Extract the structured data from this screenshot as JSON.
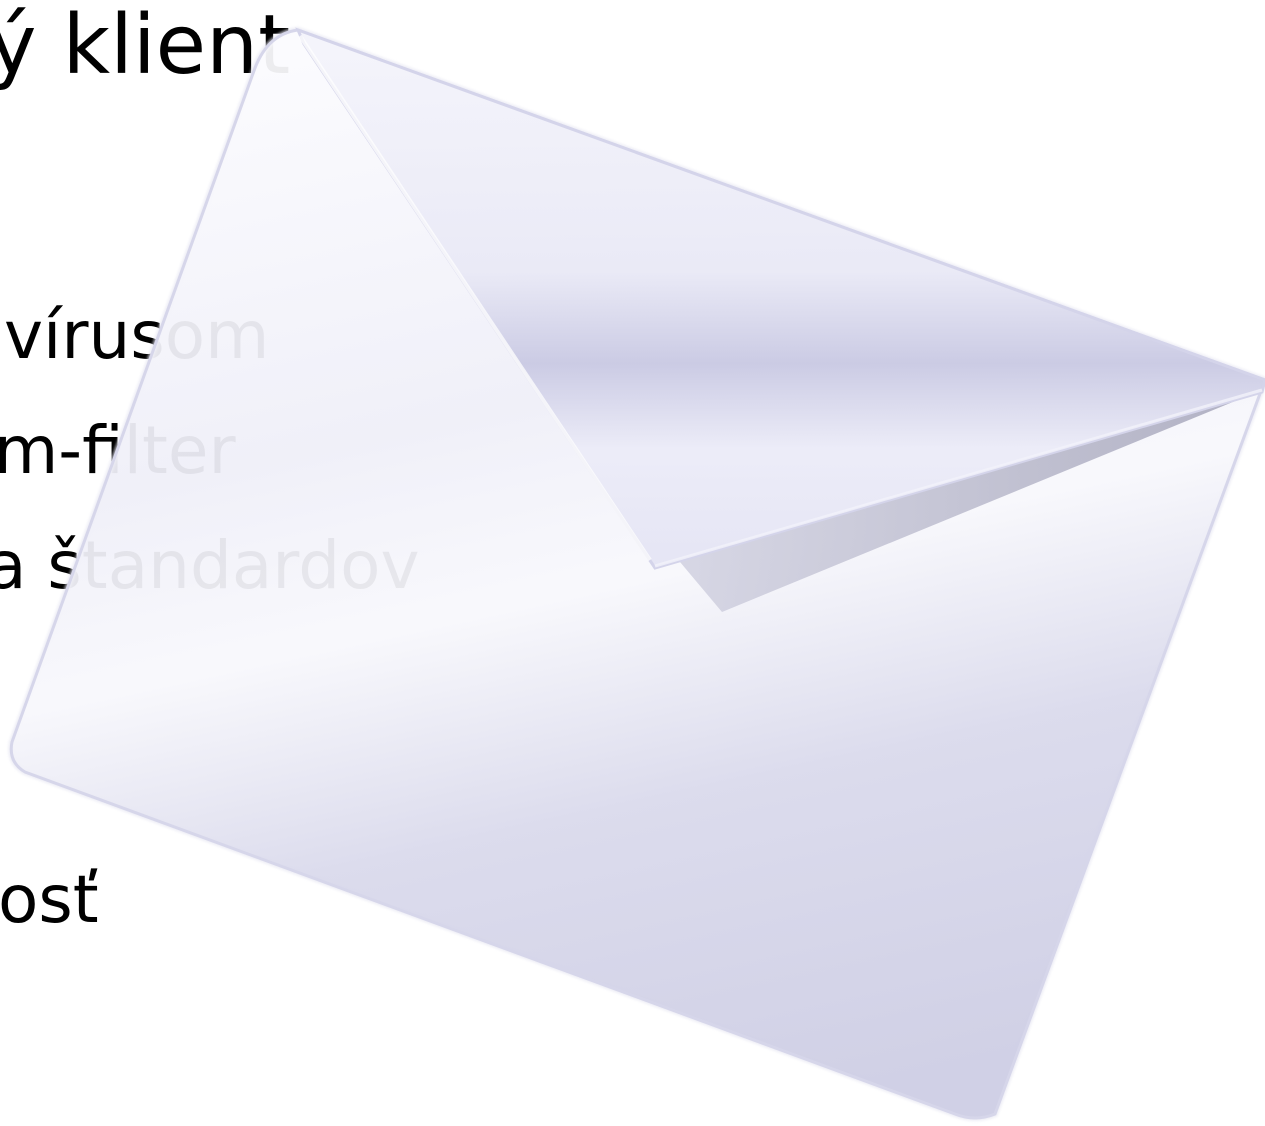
{
  "slide": {
    "title": "ý klient",
    "bullets": [
      " vírusom",
      "m-filter",
      "a štandardov",
      "osť"
    ]
  },
  "envelope": {
    "icon": "envelope-icon",
    "colors": {
      "body_light": "#f6f6fb",
      "body_shade": "#cfcfe6",
      "edge": "#d9d9ec",
      "flap_light": "#f2f2fa",
      "flap_band": "#c9c9e2",
      "inner_shadow": "#b4b4c8"
    }
  }
}
